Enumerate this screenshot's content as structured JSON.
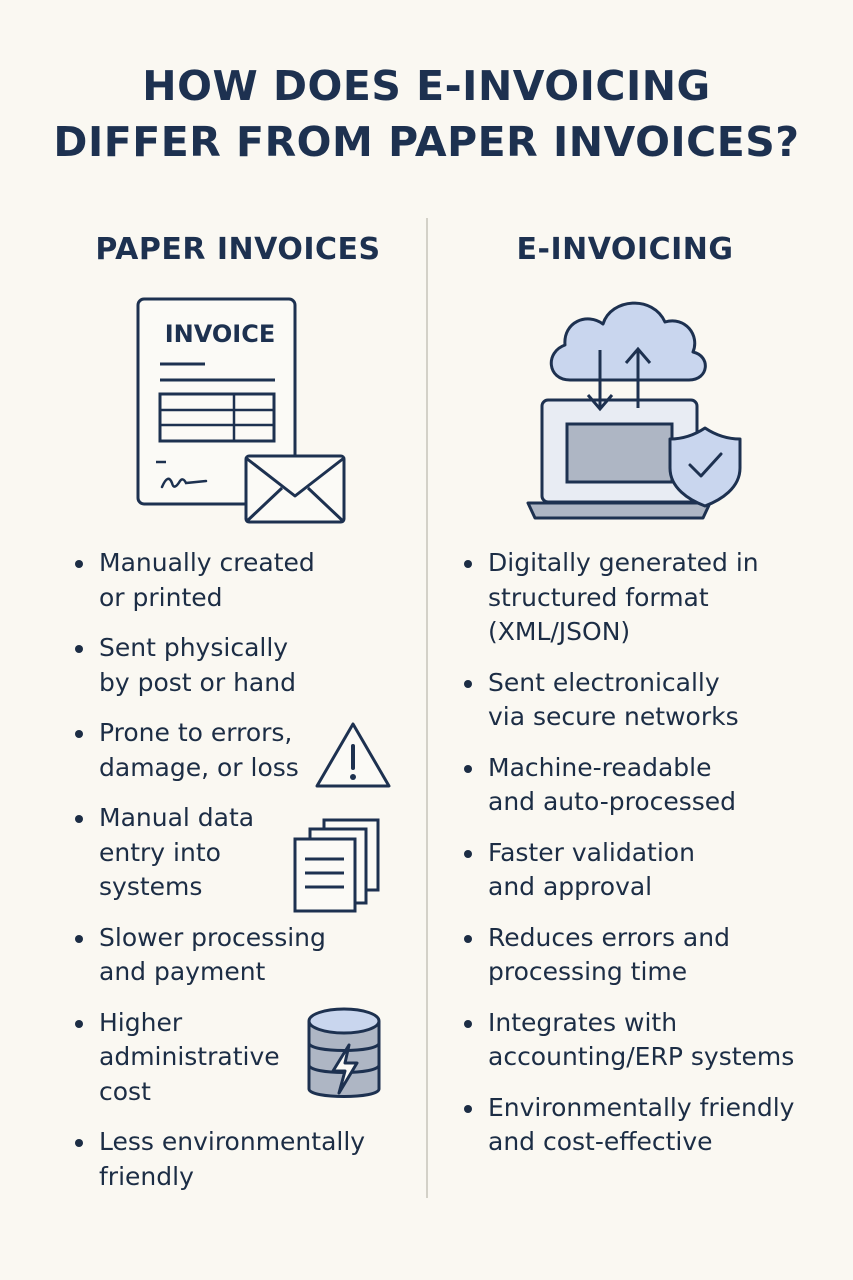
{
  "title": {
    "line1": "HOW DOES E-INVOICING",
    "line2": "DIFFER FROM PAPER INVOICES?"
  },
  "paper": {
    "heading": "PAPER INVOICES",
    "document_label": "INVOICE",
    "icons": [
      "invoice-document-icon",
      "envelope-icon",
      "warning-icon",
      "stacked-documents-icon",
      "database-lightning-icon"
    ],
    "bullets": [
      {
        "lines": [
          "Manually created",
          "or printed"
        ]
      },
      {
        "lines": [
          "Sent physically",
          "by post or hand"
        ]
      },
      {
        "lines": [
          "Prone to errors,",
          "damage, or loss"
        ]
      },
      {
        "lines": [
          "Manual data",
          "entry into",
          "systems"
        ]
      },
      {
        "lines": [
          "Slower processing",
          "and payment"
        ]
      },
      {
        "lines": [
          "Higher",
          "administrative",
          "cost"
        ]
      },
      {
        "lines": [
          "Less environmentally",
          "friendly"
        ]
      }
    ]
  },
  "einvoicing": {
    "heading": "E-INVOICING",
    "icons": [
      "cloud-sync-icon",
      "laptop-icon",
      "shield-check-icon"
    ],
    "bullets": [
      {
        "lines": [
          "Digitally generated in",
          "structured format",
          "(XML/JSON)"
        ]
      },
      {
        "lines": [
          "Sent electronically",
          "via secure networks"
        ]
      },
      {
        "lines": [
          "Machine-readable",
          "and auto-processed"
        ]
      },
      {
        "lines": [
          "Faster validation",
          "and approval"
        ]
      },
      {
        "lines": [
          "Reduces errors and",
          "processing time"
        ]
      },
      {
        "lines": [
          "Integrates with",
          "accounting/ERP systems"
        ]
      },
      {
        "lines": [
          "Environmentally friendly",
          "and cost-effective"
        ]
      }
    ]
  },
  "colors": {
    "background": "#faf8f2",
    "navy": "#1d3150",
    "accent_blue": "#c9d6ee",
    "divider": "#d3d1c8"
  }
}
